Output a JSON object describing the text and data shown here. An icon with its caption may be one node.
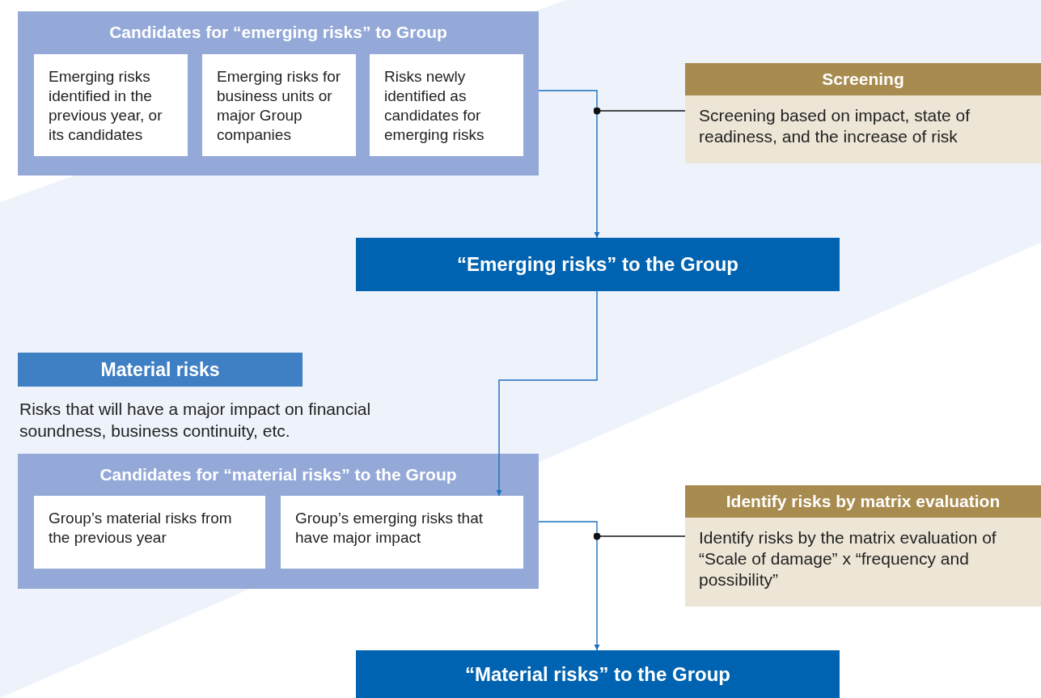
{
  "diagram": {
    "nodes": [
      {
        "text": [
          "Candidates for “emerging risks” to Group"
        ]
      },
      {
        "text": [
          "Emerging risks identified in the previous year, or its candidates"
        ],
        "in": 0
      },
      {
        "text": [
          "Emerging risks for business units or major Group companies"
        ],
        "in": 0
      },
      {
        "text": [
          "Risks newly identified as candidates for emerging risks"
        ],
        "in": 0
      },
      {
        "text": [
          "Screening",
          "Screening based on impact, state of readiness, and the increase of risk"
        ]
      },
      {
        "text": [
          "“Emerging risks” to the Group"
        ]
      },
      {
        "text": [
          "Material risks"
        ],
        "beside": [
          "Risks that will have a major impact on financial soundness, business continuity, etc."
        ]
      },
      {
        "text": [
          "Candidates for “material risks” to the Group"
        ]
      },
      {
        "text": [
          "Group’s material risks from the previous year"
        ],
        "in": 7
      },
      {
        "text": [
          "Group’s emerging risks that have major impact"
        ],
        "in": 7
      },
      {
        "text": [
          "Identify risks by matrix evaluation",
          "Identify risks by the matrix evaluation of “Scale of damage” x “frequency and possibility”"
        ]
      },
      {
        "text": [
          "“Material risks” to the Group"
        ]
      }
    ],
    "edges": [
      {
        "from": 0,
        "to": 5,
        "arrow": "to"
      },
      {
        "from": 4,
        "to": null,
        "arrow": "other",
        "color": "#111111"
      },
      {
        "from": 5,
        "to": 9,
        "arrow": "to"
      },
      {
        "from": 7,
        "to": 11,
        "arrow": "to"
      },
      {
        "from": 10,
        "to": null,
        "arrow": "other",
        "color": "#111111"
      }
    ]
  }
}
